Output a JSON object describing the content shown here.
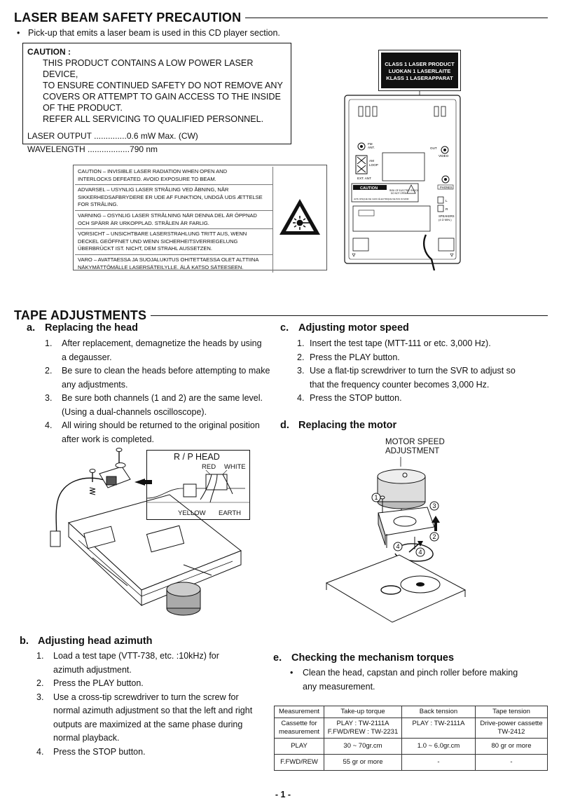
{
  "laser": {
    "title": "LASER BEAM SAFETY PRECAUTION",
    "bullet": "Pick-up that emits a laser beam is used in this CD player section.",
    "caution_title": "CAUTION :",
    "caution_lines": [
      "THIS PRODUCT CONTAINS A LOW POWER LASER DEVICE,",
      "TO ENSURE CONTINUED SAFETY DO NOT REMOVE ANY",
      "COVERS OR ATTEMPT TO GAIN ACCESS TO THE INSIDE",
      "OF THE PRODUCT.",
      "REFER ALL SERVICING TO QUALIFIED PERSONNEL."
    ],
    "output_label": "LASER  OUTPUT ..............",
    "output_value": "0.6 mW  Max.  (CW)",
    "wavelength_label": "WAVELENGTH ..................",
    "wavelength_value": "790 nm",
    "warning_rows": [
      [
        "CAUTION – INVISIBLE LASER RADIATION WHEN OPEN AND",
        "INTERLOCKS DEFEATED. AVOID EXPOSURE TO BEAM."
      ],
      [
        "ADVARSEL – USYNLIG LASER STRÅLING VED ÅBNING, NÅR",
        "SIKKERHEDSAFBRYDERE ER UDE AF FUNKTION, UNDGÅ UDS ÆTTELSE",
        "FOR STRÅLING."
      ],
      [
        "VARNING – OSYNLIG LASER STRÅLNING NÄR DENNA DEL ÄR ÖPPNAD",
        "OCH SPÄRR ÄR URKOPPLAD. STRÅLEN ÄR FARLIG."
      ],
      [
        "VORSICHT – UNSICHTBARE LASERSTRAHLUNG TRITT AUS, WENN",
        "DECKEL GEÖFFNET UND WENN SICHERHEITSVERRIEGELUNG",
        "ÜBERBRÜCKT IST. NICHT, DEM STRAHL AUSSETZEN."
      ],
      [
        "VARO – AVATTAESSA JA SUOJALUKITUS OHITETTAESSA OLET ALTTIINA",
        "NÄKYMÄTTÖMÄLLE LASERSÄTEILYLLE. ÄLÄ KATSO SÄTEESEEN."
      ]
    ],
    "class_label": [
      "CLASS 1 LASER PRODUCT",
      "LUOKAN 1 LASERLAITE",
      "KLASS 1 LASERAPPARAT"
    ],
    "panel": {
      "fm": "FM",
      "ant": "ANT.",
      "am": "AM",
      "loop": "LOOP",
      "ext_ant": "EXT. ANT",
      "out": "OUT",
      "video": "VIDEO",
      "phones": "PHONES",
      "l": "L",
      "r": "R",
      "speakers": "SPEAKERS",
      "ohms": "(4 Ω MIN.)",
      "caution": "CAUTION",
      "caution_sub1": "RISK OF ELECTRIC SHOCK",
      "caution_sub2": "DO NOT OPEN",
      "caution_fr": "AVIS: RISQUE DE CHOC ÉLECTRIQUE NE PAS OUVRIR"
    }
  },
  "tape": {
    "title": "TAPE  ADJUSTMENTS",
    "a": {
      "letter": "a.",
      "title": "Replacing the head",
      "steps": [
        [
          "1.",
          "After replacement, demagnetize the heads by using"
        ],
        [
          "",
          "a degausser."
        ],
        [
          "2.",
          "Be sure to clean the heads before attempting to make"
        ],
        [
          "",
          "any adjustments."
        ],
        [
          "3.",
          "Be sure both channels (1 and 2) are the same level."
        ],
        [
          "",
          "(Using a dual-channels oscilloscope)."
        ],
        [
          "4.",
          "All wiring should be returned to the original position"
        ],
        [
          "",
          "after work is completed."
        ]
      ],
      "diagram": {
        "rp_head": "R / P  HEAD",
        "red": "RED",
        "white": "WHITE",
        "yellow": "YELLOW",
        "earth": "EARTH"
      }
    },
    "b": {
      "letter": "b.",
      "title": "Adjusting head azimuth",
      "steps": [
        [
          "1.",
          "Load a test tape (VTT-738, etc. :10kHz) for"
        ],
        [
          "",
          "azimuth adjustment."
        ],
        [
          "2.",
          "Press the PLAY button."
        ],
        [
          "3.",
          "Use a cross-tip screwdriver to turn the screw for"
        ],
        [
          "",
          "normal azimuth adjustment so that the left and right"
        ],
        [
          "",
          "outputs are maximized at the same phase during"
        ],
        [
          "",
          "normal playback."
        ],
        [
          "4.",
          "Press the STOP button."
        ]
      ]
    },
    "c": {
      "letter": "c.",
      "title": "Adjusting motor speed",
      "steps": [
        [
          "1.",
          "Insert the test tape (MTT-111 or etc. 3,000 Hz)."
        ],
        [
          "2.",
          "Press the PLAY button."
        ],
        [
          "3.",
          "Use a flat-tip screwdriver to turn the SVR to adjust so"
        ],
        [
          "",
          "that the frequency counter becomes 3,000 Hz."
        ],
        [
          "4.",
          "Press the STOP button."
        ]
      ]
    },
    "d": {
      "letter": "d.",
      "title": "Replacing the motor",
      "diagram": {
        "label1": "MOTOR SPEED",
        "label2": "ADJUSTMENT",
        "n1": "1",
        "n2": "2",
        "n3": "3",
        "n4a": "4",
        "n4b": "4"
      }
    },
    "e": {
      "letter": "e.",
      "title": "Checking the mechanism torques",
      "bullet1": "Clean the head, capstan and pinch roller before making",
      "bullet2": "any measurement.",
      "table": [
        [
          "Measurement",
          "Take-up torque",
          "Back tension",
          "Tape tension"
        ],
        [
          "Cassette for\nmeasurement",
          "PLAY : TW-2111A\nF.FWD/REW : TW-2231",
          "PLAY : TW-2111A",
          "Drive-power cassette\nTW-2412"
        ],
        [
          "PLAY",
          "30 ~ 70gr.cm",
          "1.0 ~ 6.0gr.cm",
          "80 gr or more"
        ],
        [
          "F.FWD/REW",
          "55 gr or more",
          "-",
          "-"
        ]
      ]
    }
  },
  "footer": {
    "page": "- 1 -"
  }
}
